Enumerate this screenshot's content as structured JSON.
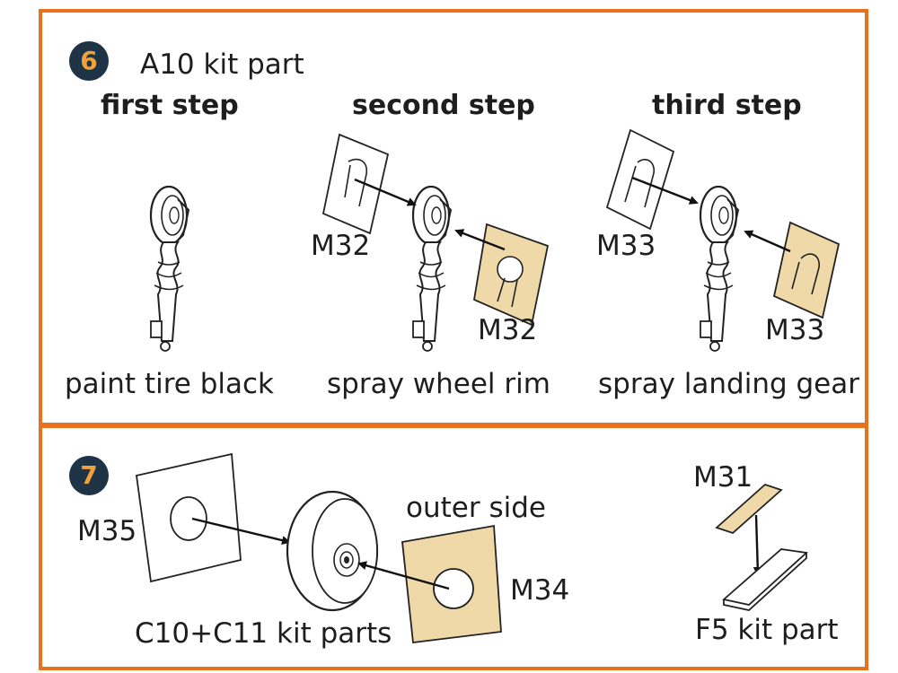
{
  "step6": {
    "number": "6",
    "title": "A10 kit part",
    "headings": [
      "first step",
      "second step",
      "third step"
    ],
    "captions": [
      "paint tire black",
      "spray wheel rim",
      "spray landing gear"
    ],
    "labels": {
      "m32_frame": "M32",
      "m32_mask": "M32",
      "m33_frame": "M33",
      "m33_mask": "M33"
    }
  },
  "step7": {
    "number": "7",
    "labels": {
      "m35": "M35",
      "outer_side": "outer side",
      "m34": "M34",
      "wheel_parts": "C10+C11 kit parts",
      "m31": "M31",
      "f5": "F5 kit part"
    }
  },
  "colors": {
    "frame": "#e8711f",
    "badge_bg": "#1f3346",
    "badge_text": "#f0a13a",
    "mask": "#f0d9a8"
  }
}
